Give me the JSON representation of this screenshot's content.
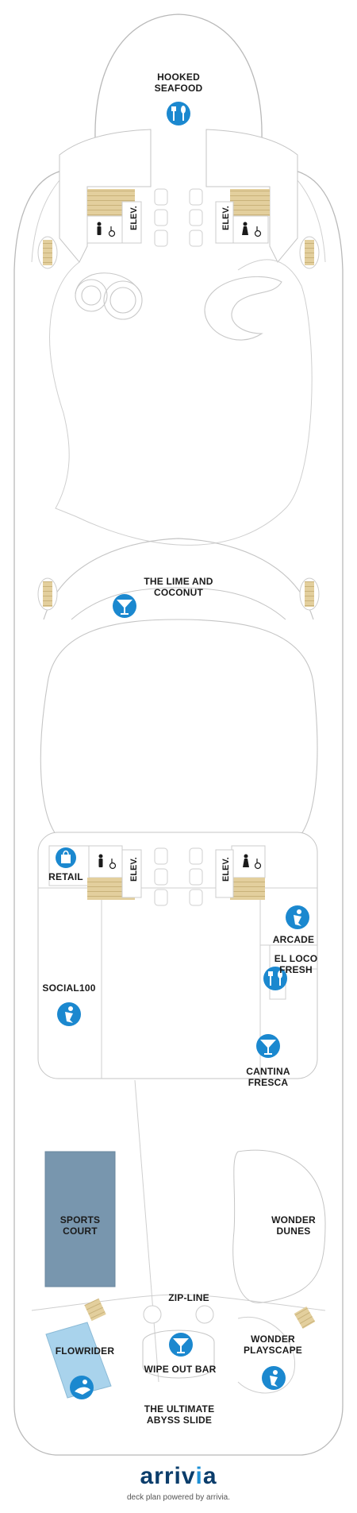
{
  "labels": {
    "hooked_seafood_1": "HOOKED",
    "hooked_seafood_2": "SEAFOOD",
    "lime_coconut_1": "THE LIME AND",
    "lime_coconut_2": "COCONUT",
    "retail": "RETAIL",
    "arcade": "ARCADE",
    "el_loco_1": "EL LOCO",
    "el_loco_2": "FRESH",
    "social100": "SOCIAL100",
    "cantina_1": "CANTINA",
    "cantina_2": "FRESCA",
    "sports_1": "SPORTS",
    "sports_2": "COURT",
    "wonder_dunes_1": "WONDER",
    "wonder_dunes_2": "DUNES",
    "zip_line": "ZIP-LINE",
    "flowrider": "FLOWRIDER",
    "wipe_out_bar": "WIPE OUT BAR",
    "wonder_playscape_1": "WONDER",
    "wonder_playscape_2": "PLAYSCAPE",
    "abyss_1": "THE ULTIMATE",
    "abyss_2": "ABYSS SLIDE",
    "elev": "ELEV."
  },
  "brand": {
    "logo_a": "arriv",
    "logo_b": "i",
    "logo_c": "a",
    "tagline": "deck plan powered by arrivia."
  },
  "colors": {
    "outline": "#b9b9b9",
    "icon_blue": "#1b88cf",
    "sports_court": "#7896ae",
    "flowrider_pool": "#a9d3ec",
    "stairs": "#e3cf9d"
  },
  "icons": [
    "dining-icon",
    "cocktail-icon",
    "shopping-bag-icon",
    "restroom-icon",
    "accessible-icon",
    "kids-activity-icon",
    "surf-icon"
  ]
}
